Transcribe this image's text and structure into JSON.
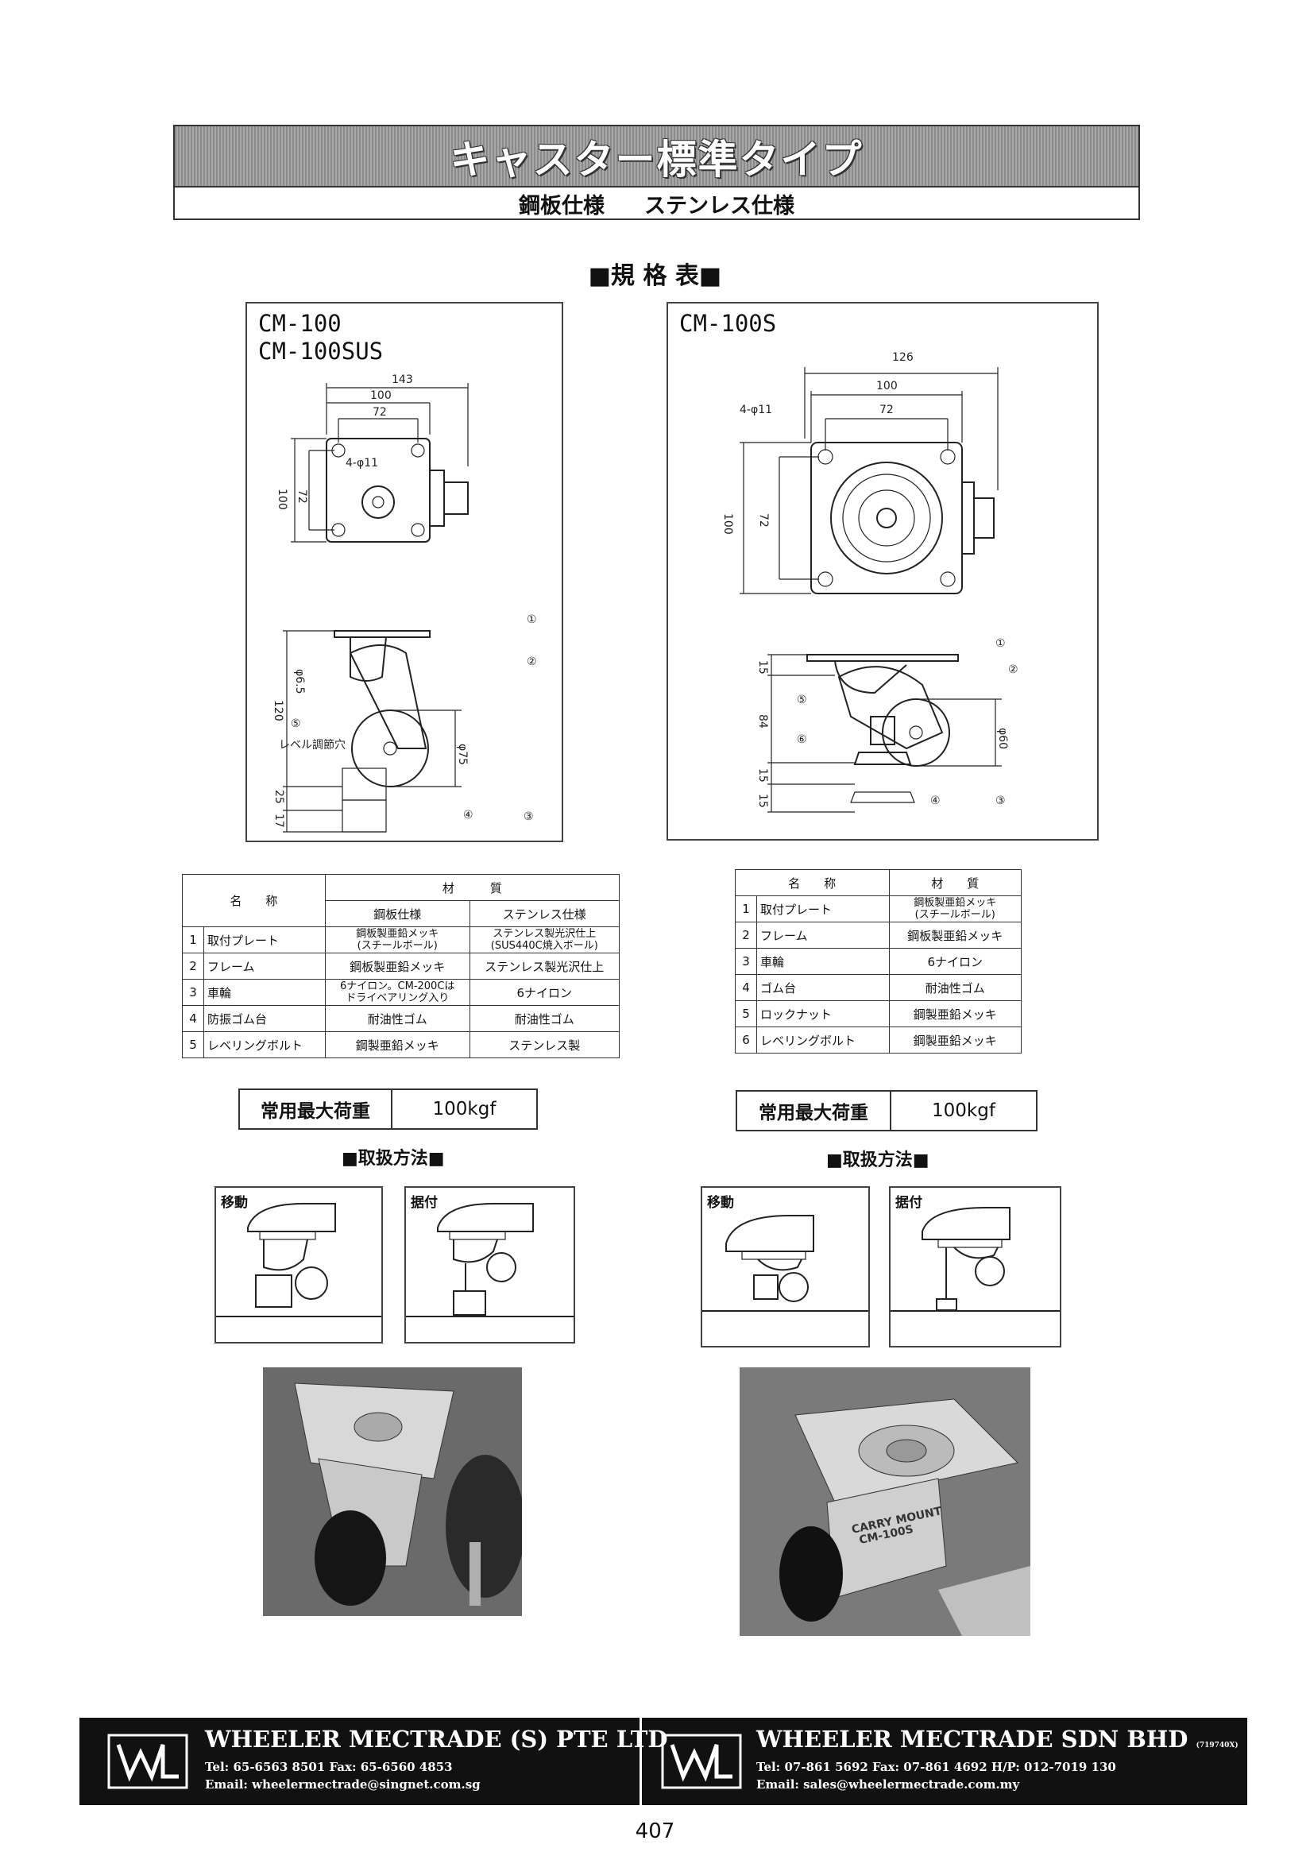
{
  "header": {
    "title": "キャスター標準タイプ",
    "sub_left": "鋼板仕様",
    "sub_right": "ステンレス仕様"
  },
  "spec_heading": "■規 格 表■",
  "left": {
    "model_1": "CM-100",
    "model_2": "CM-100SUS",
    "dims": {
      "d143": "143",
      "d100": "100",
      "d72": "72",
      "hole": "4-φ11",
      "v100": "100",
      "v72": "72",
      "h120": "120",
      "h25": "25",
      "h17": "17",
      "phi65": "φ6.5",
      "phi75": "φ75",
      "level_hole": "レベル調節穴",
      "c1": "①",
      "c2": "②",
      "c3": "③",
      "c4": "④",
      "c5": "⑤"
    },
    "table": {
      "h_name": "名　　称",
      "h_material": "材　　　質",
      "h_steel": "鋼板仕様",
      "h_stainless": "ステンレス仕様",
      "rows": [
        {
          "no": "1",
          "name": "取付プレート",
          "steel": "鋼板製亜鉛メッキ\n(スチールボール)",
          "stainless": "ステンレス製光沢仕上\n(SUS440C焼入ボール)"
        },
        {
          "no": "2",
          "name": "フレーム",
          "steel": "鋼板製亜鉛メッキ",
          "stainless": "ステンレス製光沢仕上"
        },
        {
          "no": "3",
          "name": "車輪",
          "steel": "6ナイロン。CM-200Cは\nドライベアリング入り",
          "stainless": "6ナイロン"
        },
        {
          "no": "4",
          "name": "防振ゴム台",
          "steel": "耐油性ゴム",
          "stainless": "耐油性ゴム"
        },
        {
          "no": "5",
          "name": "レベリングボルト",
          "steel": "鋼製亜鉛メッキ",
          "stainless": "ステンレス製"
        }
      ]
    },
    "load_label": "常用最大荷重",
    "load_value": "100kgf",
    "howto_title": "■取扱方法■",
    "move_label": "移動",
    "fix_label": "据付"
  },
  "right": {
    "model": "CM-100S",
    "dims": {
      "d126": "126",
      "d100": "100",
      "d72": "72",
      "hole": "4-φ11",
      "v100": "100",
      "v72": "72",
      "h15a": "15",
      "h84": "84",
      "h15b": "15",
      "h15c": "15",
      "phi60": "φ60",
      "c1": "①",
      "c2": "②",
      "c3": "③",
      "c4": "④",
      "c5": "⑤",
      "c6": "⑥"
    },
    "table": {
      "h_name": "名　　称",
      "h_material": "材　　質",
      "rows": [
        {
          "no": "1",
          "name": "取付プレート",
          "material": "鋼板製亜鉛メッキ\n(スチールボール)"
        },
        {
          "no": "2",
          "name": "フレーム",
          "material": "鋼板製亜鉛メッキ"
        },
        {
          "no": "3",
          "name": "車輪",
          "material": "6ナイロン"
        },
        {
          "no": "4",
          "name": "ゴム台",
          "material": "耐油性ゴム"
        },
        {
          "no": "5",
          "name": "ロックナット",
          "material": "鋼製亜鉛メッキ"
        },
        {
          "no": "6",
          "name": "レベリングボルト",
          "material": "鋼製亜鉛メッキ"
        }
      ]
    },
    "load_label": "常用最大荷重",
    "load_value": "100kgf",
    "howto_title": "■取扱方法■",
    "move_label": "移動",
    "fix_label": "据付",
    "photo_text_1": "CARRY MOUNT",
    "photo_text_2": "CM-100S"
  },
  "footer": {
    "left_name": "WHEELER MECTRADE (S) PTE LTD",
    "left_tel": "Tel: 65-6563 8501   Fax: 65-6560 4853",
    "left_email": "Email:  wheelermectrade@singnet.com.sg",
    "right_name": "WHEELER MECTRADE SDN BHD",
    "right_reg": "(719740X)",
    "right_tel": "Tel: 07-861 5692  Fax: 07-861 4692  H/P: 012-7019 130",
    "right_email": "Email:   sales@wheelermectrade.com.my"
  },
  "page_number": "407"
}
